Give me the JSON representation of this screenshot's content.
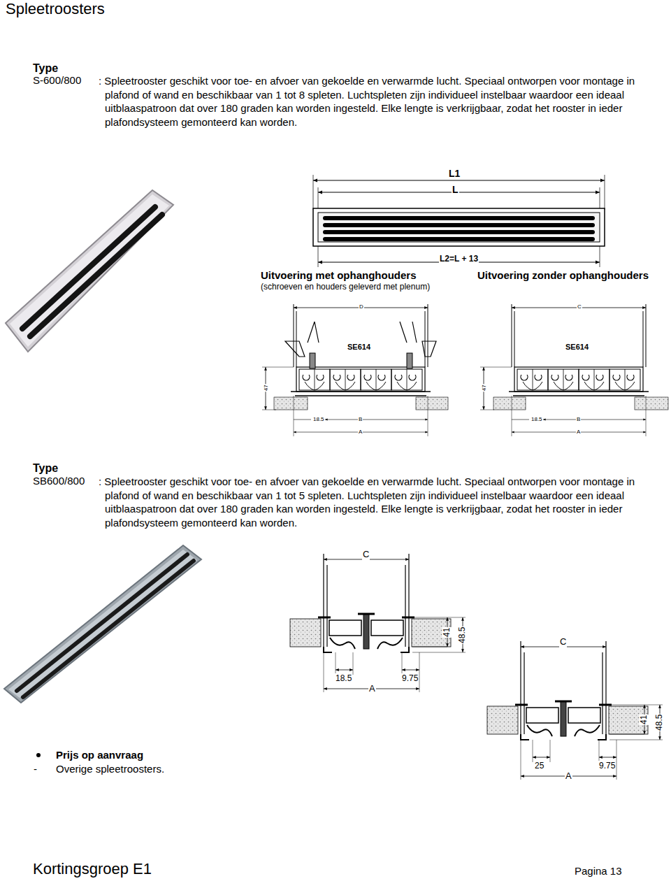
{
  "diagram": {
    "title": "Spleetroosters",
    "labels": [
      "Type",
      "S-600/800",
      ": Spleetrooster geschikt voor toe- en afvoer van gekoelde en verwarmde lucht. Speciaal ontworpen voor montage in plafond of wand en beschikbaar van 1 tot 8 spleten. Luchtspleten zijn individueel instelbaar waardoor een ideaal uitblaaspatroon dat over 180 graden kan worden ingesteld. Elke lengte is verkrijgbaar, zodat het rooster in ieder plafondsysteem gemonteerd kan worden.",
      "L1",
      "L",
      "L2=L + 13",
      "Uitvoering met ophanghouders",
      "(schroeven en houders geleverd met plenum)",
      "Uitvoering zonder ophanghouders",
      "D",
      "SE614",
      "47",
      "18.5",
      "B",
      "A",
      "C",
      "SE614",
      "47",
      "18.5",
      "B",
      "A",
      "Type",
      "SB600/800",
      ": Spleetrooster geschikt voor toe- en afvoer van gekoelde en verwarmde lucht. Speciaal ontworpen voor montage in plafond of wand en beschikbaar van 1 tot 5 spleten. Luchtspleten zijn individueel instelbaar waardoor een ideaal uitblaaspatroon dat over 180 graden kan worden ingesteld. Elke lengte is verkrijgbaar, zodat het rooster in ieder plafondsysteem gemonteerd kan worden.",
      "C",
      "41",
      "48.5",
      "18.5",
      "9.75",
      "A",
      "C",
      "41",
      "48.5",
      "25",
      "9.75",
      "A",
      "Prijs op aanvraag",
      "-",
      "Overige spleetroosters.",
      "Kortingsgroep E1",
      "Pagina 13"
    ]
  }
}
